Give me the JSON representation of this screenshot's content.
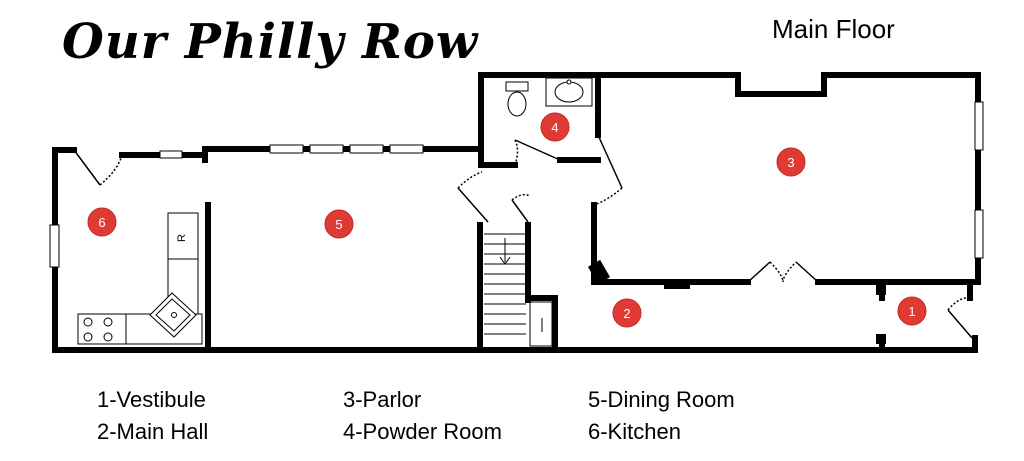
{
  "title": "Our Philly Row",
  "floor_label": "Main Floor",
  "room_markers": [
    {
      "number": "1"
    },
    {
      "number": "2"
    },
    {
      "number": "3"
    },
    {
      "number": "4"
    },
    {
      "number": "5"
    },
    {
      "number": "6"
    }
  ],
  "fixture_labels": {
    "refrigerator": "R"
  },
  "legend": [
    {
      "text": "1-Vestibule"
    },
    {
      "text": "2-Main Hall"
    },
    {
      "text": "3-Parlor"
    },
    {
      "text": "4-Powder Room"
    },
    {
      "text": "5-Dining Room"
    },
    {
      "text": "6-Kitchen"
    }
  ],
  "colors": {
    "marker_fill": "#e03a34",
    "wall": "#000000",
    "background": "#ffffff"
  }
}
